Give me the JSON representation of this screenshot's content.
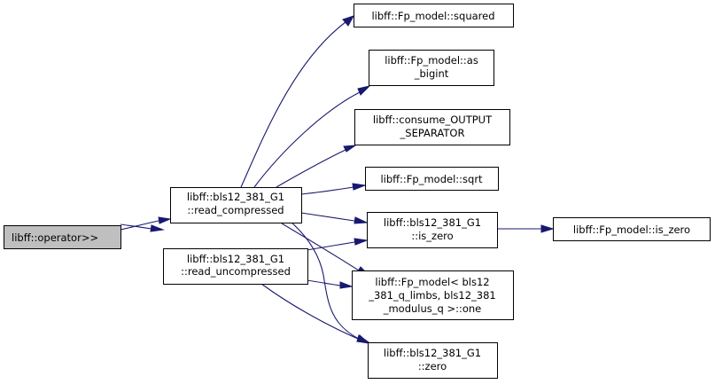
{
  "colors": {
    "edge": "#191970",
    "node_border": "#000000",
    "root_fill": "#bfbfbf",
    "node_fill": "#ffffff"
  },
  "nodes": {
    "operator": {
      "lines": [
        "libff::operator>>"
      ]
    },
    "read_compressed": {
      "lines": [
        "libff::bls12_381_G1",
        "::read_compressed"
      ]
    },
    "read_uncompressed": {
      "lines": [
        "libff::bls12_381_G1",
        "::read_uncompressed"
      ]
    },
    "squared": {
      "lines": [
        "libff::Fp_model::squared"
      ]
    },
    "as_bigint": {
      "lines": [
        "libff::Fp_model::as",
        "_bigint"
      ]
    },
    "consume": {
      "lines": [
        "libff::consume_OUTPUT",
        "_SEPARATOR"
      ]
    },
    "sqrt": {
      "lines": [
        "libff::Fp_model::sqrt"
      ]
    },
    "g1_is_zero": {
      "lines": [
        "libff::bls12_381_G1",
        "::is_zero"
      ]
    },
    "fp_is_zero": {
      "lines": [
        "libff::Fp_model::is_zero"
      ]
    },
    "one": {
      "lines": [
        "libff::Fp_model< bls12",
        "_381_q_limbs, bls12_381",
        "_modulus_q >::one"
      ]
    },
    "zero": {
      "lines": [
        "libff::bls12_381_G1",
        "::zero"
      ]
    }
  }
}
